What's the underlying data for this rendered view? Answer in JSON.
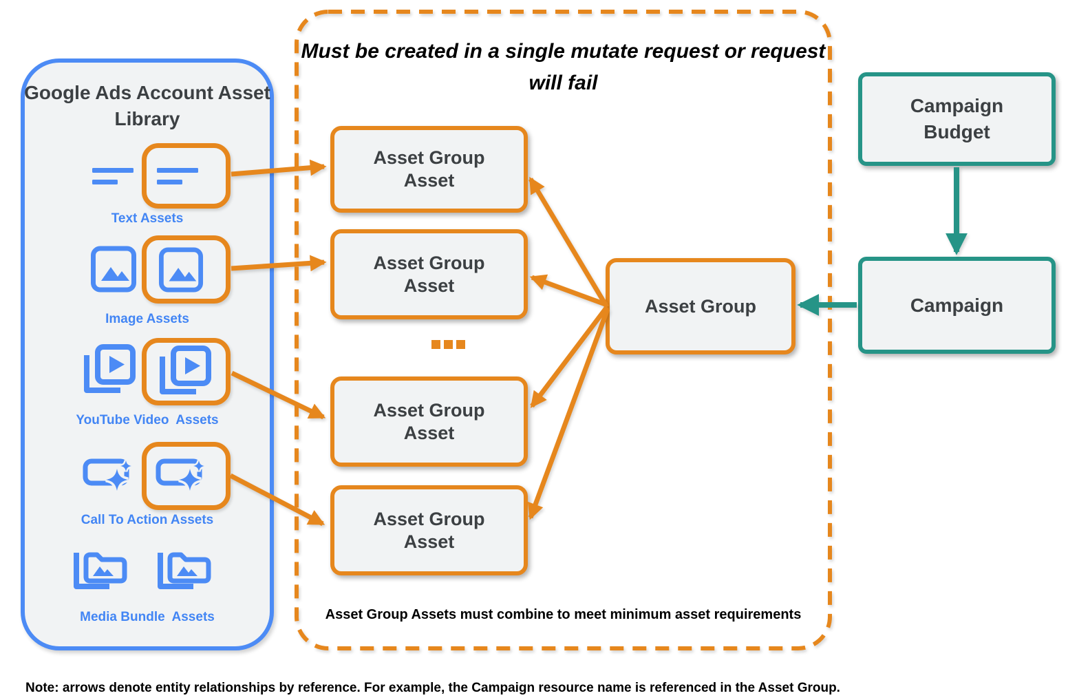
{
  "colors": {
    "blue": "#4C8BF5",
    "blue_label": "#4285F4",
    "orange": "#E6871D",
    "teal": "#269487",
    "node_fill": "#F1F3F4",
    "dark_text": "#3C4043",
    "black_text": "#000000"
  },
  "library": {
    "title_line1": "Google Ads Account",
    "title_line2": "Asset Library",
    "items": [
      {
        "label": "Text Assets",
        "icon": "text-asset-icon",
        "highlighted": true
      },
      {
        "label": "Image Assets",
        "icon": "image-asset-icon",
        "highlighted": true
      },
      {
        "label": "YouTube Video  Assets",
        "icon": "youtube-video-asset-icon",
        "highlighted": true
      },
      {
        "label": "Call To Action Assets",
        "icon": "call-to-action-asset-icon",
        "highlighted": true
      },
      {
        "label": "Media Bundle  Assets",
        "icon": "media-bundle-asset-icon",
        "highlighted": false
      }
    ]
  },
  "mutate_panel": {
    "title_line1": "Must be created in a single mutate request",
    "title_line2": "or request will fail",
    "asset_group_assets": [
      {
        "line1": "Asset Group",
        "line2": "Asset"
      },
      {
        "line1": "Asset Group",
        "line2": "Asset"
      },
      {
        "line1": "Asset Group",
        "line2": "Asset"
      },
      {
        "line1": "Asset Group",
        "line2": "Asset"
      }
    ],
    "asset_group_label": "Asset Group",
    "footnote": "Asset Group Assets must combine to meet minimum asset requirements"
  },
  "campaign_flow": {
    "budget_line1": "Campaign",
    "budget_line2": "Budget",
    "campaign_label": "Campaign"
  },
  "note": "Note: arrows denote entity relationships by reference. For example, the Campaign resource name is referenced in the Asset Group."
}
